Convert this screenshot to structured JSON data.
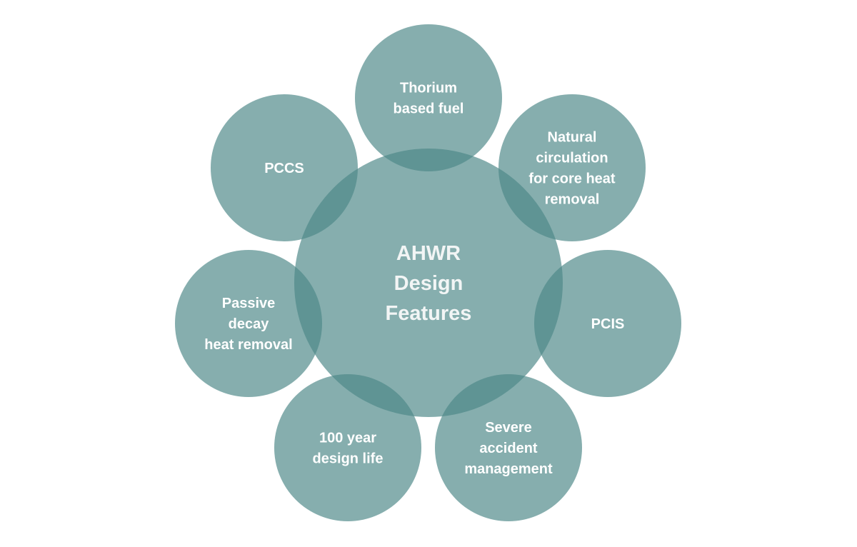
{
  "diagram": {
    "colors": {
      "circle_fill": "#4d8787",
      "text": "#ffffff",
      "background": "#ffffff"
    },
    "center": {
      "lines": [
        "AHWR",
        "Design",
        "Features"
      ]
    },
    "features": [
      {
        "id": "thorium",
        "lines": [
          "Thorium",
          "based fuel"
        ]
      },
      {
        "id": "natural-circulation",
        "lines": [
          "Natural",
          "circulation",
          "for core heat",
          "removal"
        ]
      },
      {
        "id": "pcis",
        "lines": [
          "PCIS"
        ]
      },
      {
        "id": "severe-accident",
        "lines": [
          "Severe",
          "accident",
          "management"
        ]
      },
      {
        "id": "design-life",
        "lines": [
          "100 year",
          "design life"
        ]
      },
      {
        "id": "passive-decay",
        "lines": [
          "Passive",
          "decay",
          "heat removal"
        ]
      },
      {
        "id": "pccs",
        "lines": [
          "PCCS"
        ]
      }
    ]
  }
}
